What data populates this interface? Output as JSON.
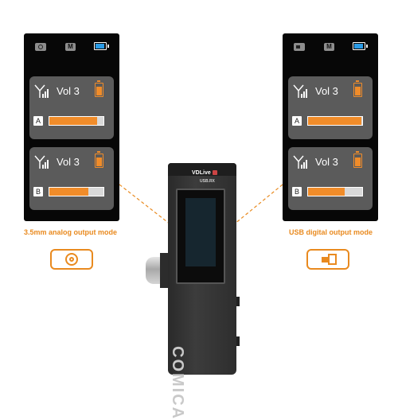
{
  "colors": {
    "accent_orange": "#e98a1f",
    "level_orange": "#f08c2a",
    "battery_blue": "#2a9be6",
    "panel_bg": "#070707",
    "card_bg": "#5b5b5b"
  },
  "left_panel": {
    "status_icon": "analog-output-icon",
    "mode_label": "M",
    "battery_color": "#2a9be6",
    "channels": [
      {
        "vol_text": "Vol 3",
        "channel_label": "A",
        "level": 0.88
      },
      {
        "vol_text": "Vol 3",
        "channel_label": "B",
        "level": 0.72
      }
    ]
  },
  "right_panel": {
    "status_icon": "usb-output-icon",
    "mode_label": "M",
    "battery_color": "#2a9be6",
    "channels": [
      {
        "vol_text": "Vol 3",
        "channel_label": "A",
        "level": 0.98
      },
      {
        "vol_text": "Vol 3",
        "channel_label": "B",
        "level": 0.68
      }
    ]
  },
  "captions": {
    "left": "3.5mm analog output mode",
    "right": "USB digital output mode"
  },
  "device": {
    "model_name": "VDLive",
    "model_sub": "USB.RX",
    "brand": "COMICA"
  }
}
